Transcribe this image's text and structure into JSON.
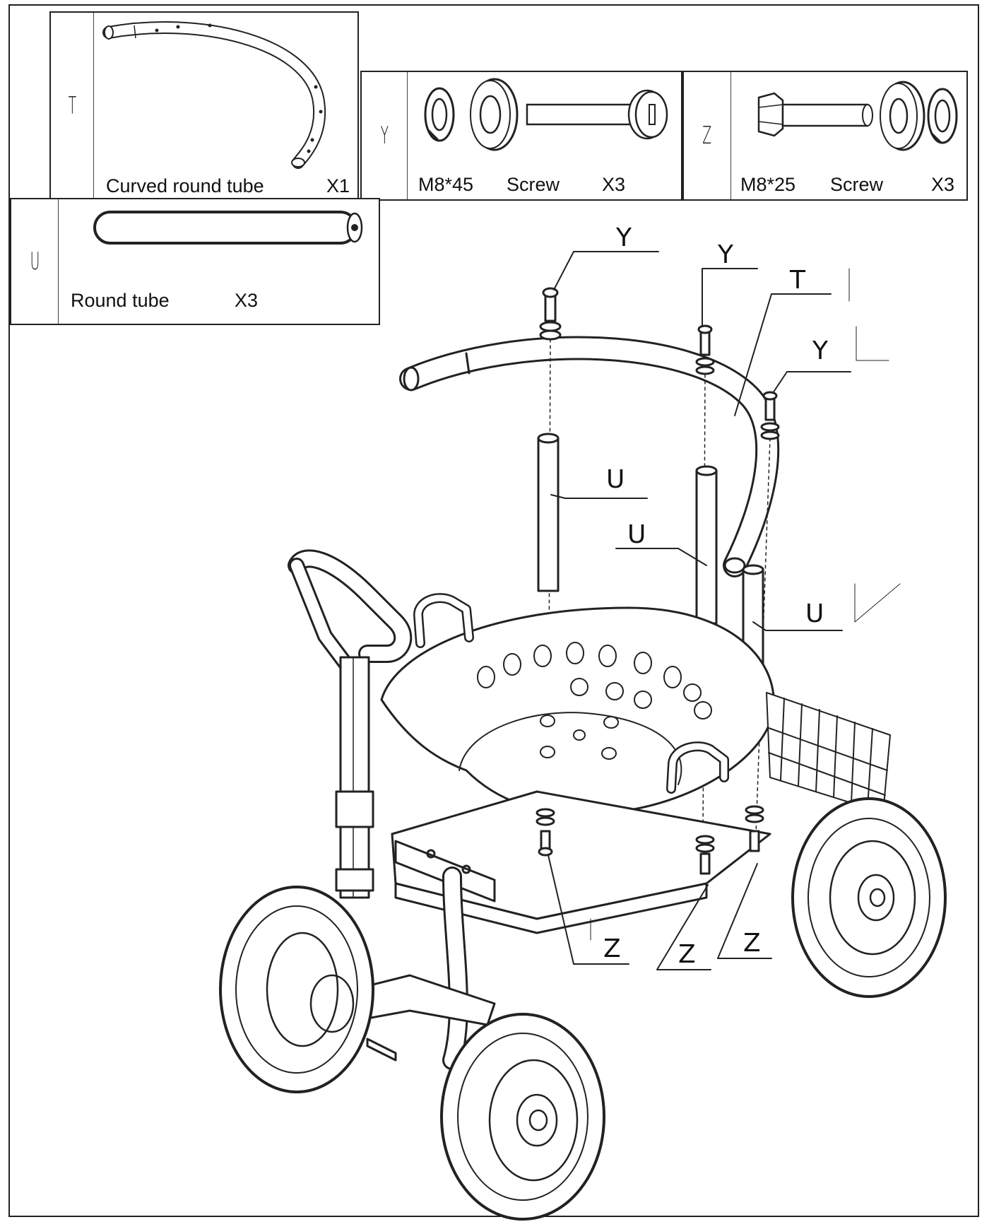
{
  "parts": [
    {
      "code": "T",
      "name": "Curved round tube",
      "qty": "X1",
      "icon": "curved-tube-icon"
    },
    {
      "code": "Y",
      "size": "M8*45",
      "name": "Screw",
      "qty": "X3",
      "icon": "screw-washer-set-icon"
    },
    {
      "code": "Z",
      "size": "M8*25",
      "name": "Screw",
      "qty": "X3",
      "icon": "bolt-washer-set-icon"
    },
    {
      "code": "U",
      "name": "Round tube",
      "qty": "X3",
      "icon": "round-tube-icon"
    }
  ],
  "callouts": {
    "y1": "Y",
    "y2": "Y",
    "y3": "Y",
    "t1": "T",
    "u1": "U",
    "u2": "U",
    "u3": "U",
    "z1": "Z",
    "z2": "Z",
    "z3": "Z"
  },
  "colors": {
    "line": "#222222",
    "paper": "#ffffff"
  }
}
